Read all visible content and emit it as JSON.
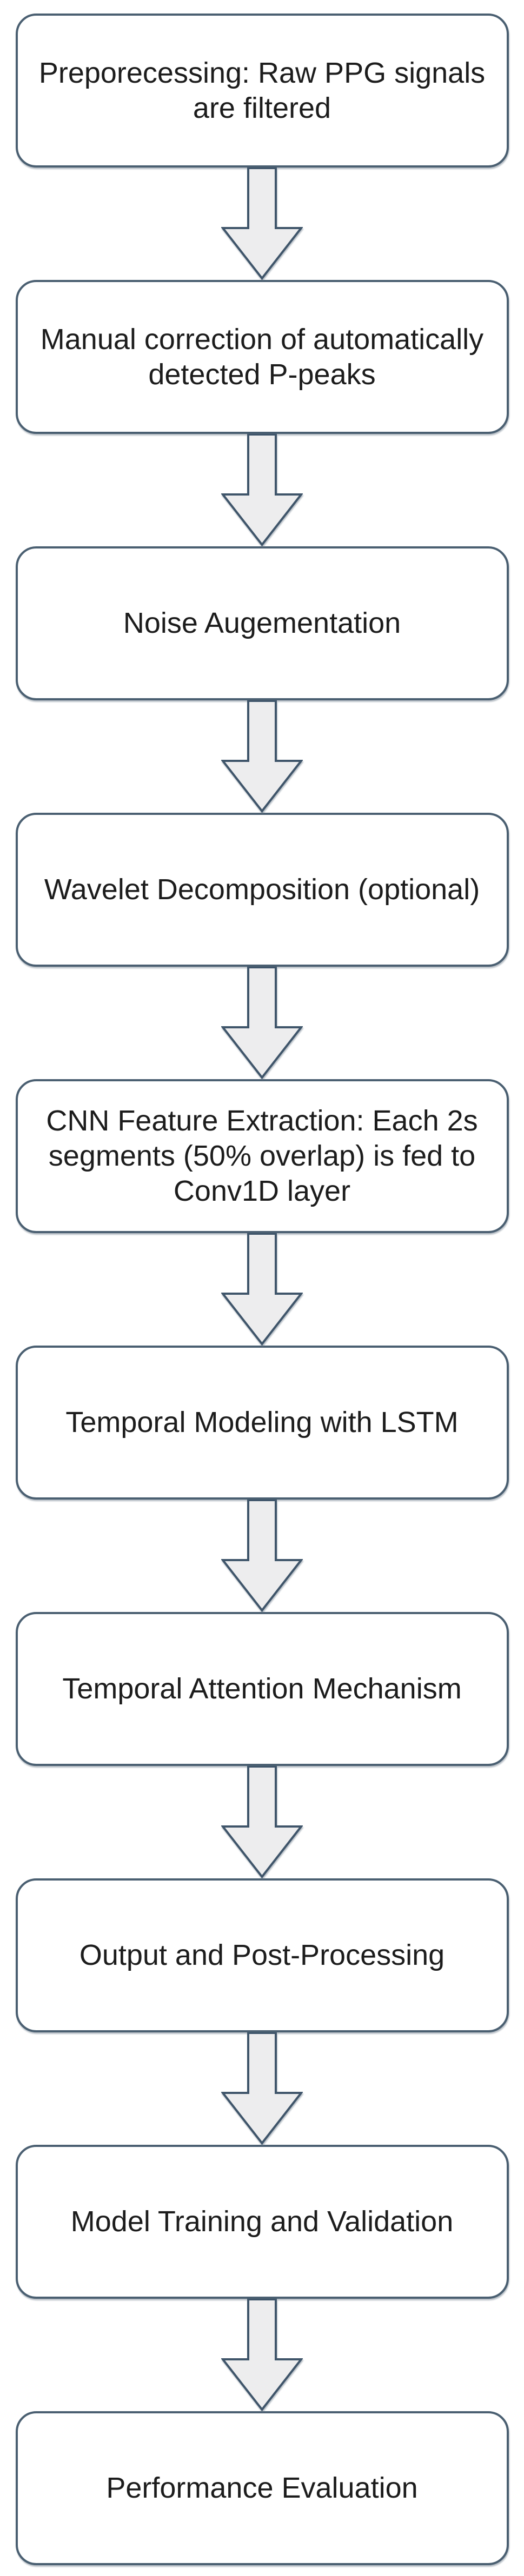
{
  "diagram": {
    "type": "flowchart",
    "direction": "top-to-bottom",
    "node_style": {
      "fill": "#ffffff",
      "border_color": "#4a5f71",
      "text_color": "#1c1c1c",
      "shape": "rounded-rectangle"
    },
    "arrow_style": {
      "fill": "#ededee",
      "border_color": "#3f556a",
      "direction": "down"
    },
    "steps": [
      {
        "label": "Preporecessing: Raw PPG signals are filtered"
      },
      {
        "label": "Manual correction of automatically detected P-peaks"
      },
      {
        "label": "Noise Augementation"
      },
      {
        "label": "Wavelet Decomposition (optional)"
      },
      {
        "label": "CNN Feature Extraction: Each 2s segments (50% overlap) is fed to Conv1D layer"
      },
      {
        "label": "Temporal Modeling with LSTM"
      },
      {
        "label": "Temporal Attention Mechanism"
      },
      {
        "label": "Output and Post-Processing"
      },
      {
        "label": "Model Training and Validation"
      },
      {
        "label": "Performance Evaluation"
      }
    ]
  }
}
